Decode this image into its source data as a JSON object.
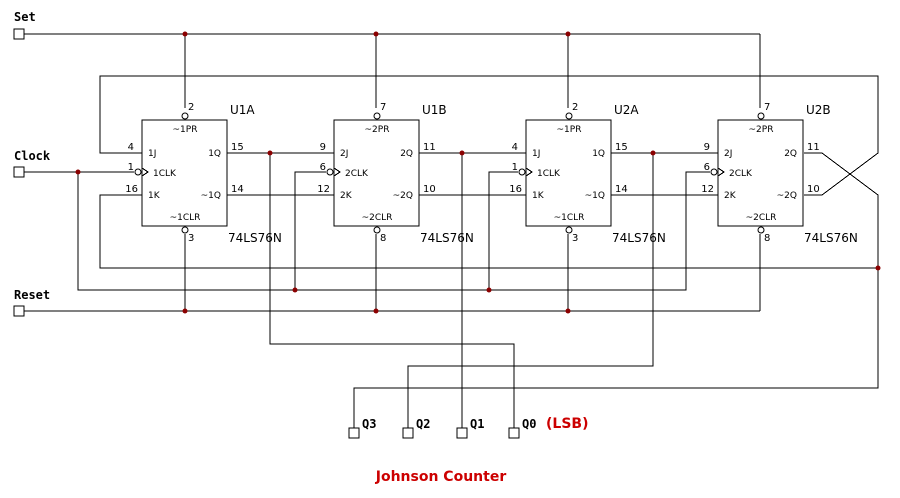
{
  "title": "Johnson Counter",
  "lsb_note": "(LSB)",
  "accent_color": "#cc0000",
  "junction_color": "#8b0000",
  "ports": {
    "set": "Set",
    "clock": "Clock",
    "reset": "Reset",
    "q3": "Q3",
    "q2": "Q2",
    "q1": "Q1",
    "q0": "Q0"
  },
  "chips": [
    {
      "ref": "U1A",
      "part": "74LS76N",
      "pr": "~1PR",
      "clr": "~1CLR",
      "j": "1J",
      "k": "1K",
      "clk": "1CLK",
      "q": "1Q",
      "qn": "~1Q",
      "pin_pr": "2",
      "pin_clr": "3",
      "pin_j": "4",
      "pin_clk": "1",
      "pin_k": "16",
      "pin_q": "15",
      "pin_qn": "14"
    },
    {
      "ref": "U1B",
      "part": "74LS76N",
      "pr": "~2PR",
      "clr": "~2CLR",
      "j": "2J",
      "k": "2K",
      "clk": "2CLK",
      "q": "2Q",
      "qn": "~2Q",
      "pin_pr": "7",
      "pin_clr": "8",
      "pin_j": "9",
      "pin_clk": "6",
      "pin_k": "12",
      "pin_q": "11",
      "pin_qn": "10"
    },
    {
      "ref": "U2A",
      "part": "74LS76N",
      "pr": "~1PR",
      "clr": "~1CLR",
      "j": "1J",
      "k": "1K",
      "clk": "1CLK",
      "q": "1Q",
      "qn": "~1Q",
      "pin_pr": "2",
      "pin_clr": "3",
      "pin_j": "4",
      "pin_clk": "1",
      "pin_k": "16",
      "pin_q": "15",
      "pin_qn": "14"
    },
    {
      "ref": "U2B",
      "part": "74LS76N",
      "pr": "~2PR",
      "clr": "~2CLR",
      "j": "2J",
      "k": "2K",
      "clk": "2CLK",
      "q": "2Q",
      "qn": "~2Q",
      "pin_pr": "7",
      "pin_clr": "8",
      "pin_j": "9",
      "pin_clk": "6",
      "pin_k": "12",
      "pin_q": "11",
      "pin_qn": "10"
    }
  ]
}
